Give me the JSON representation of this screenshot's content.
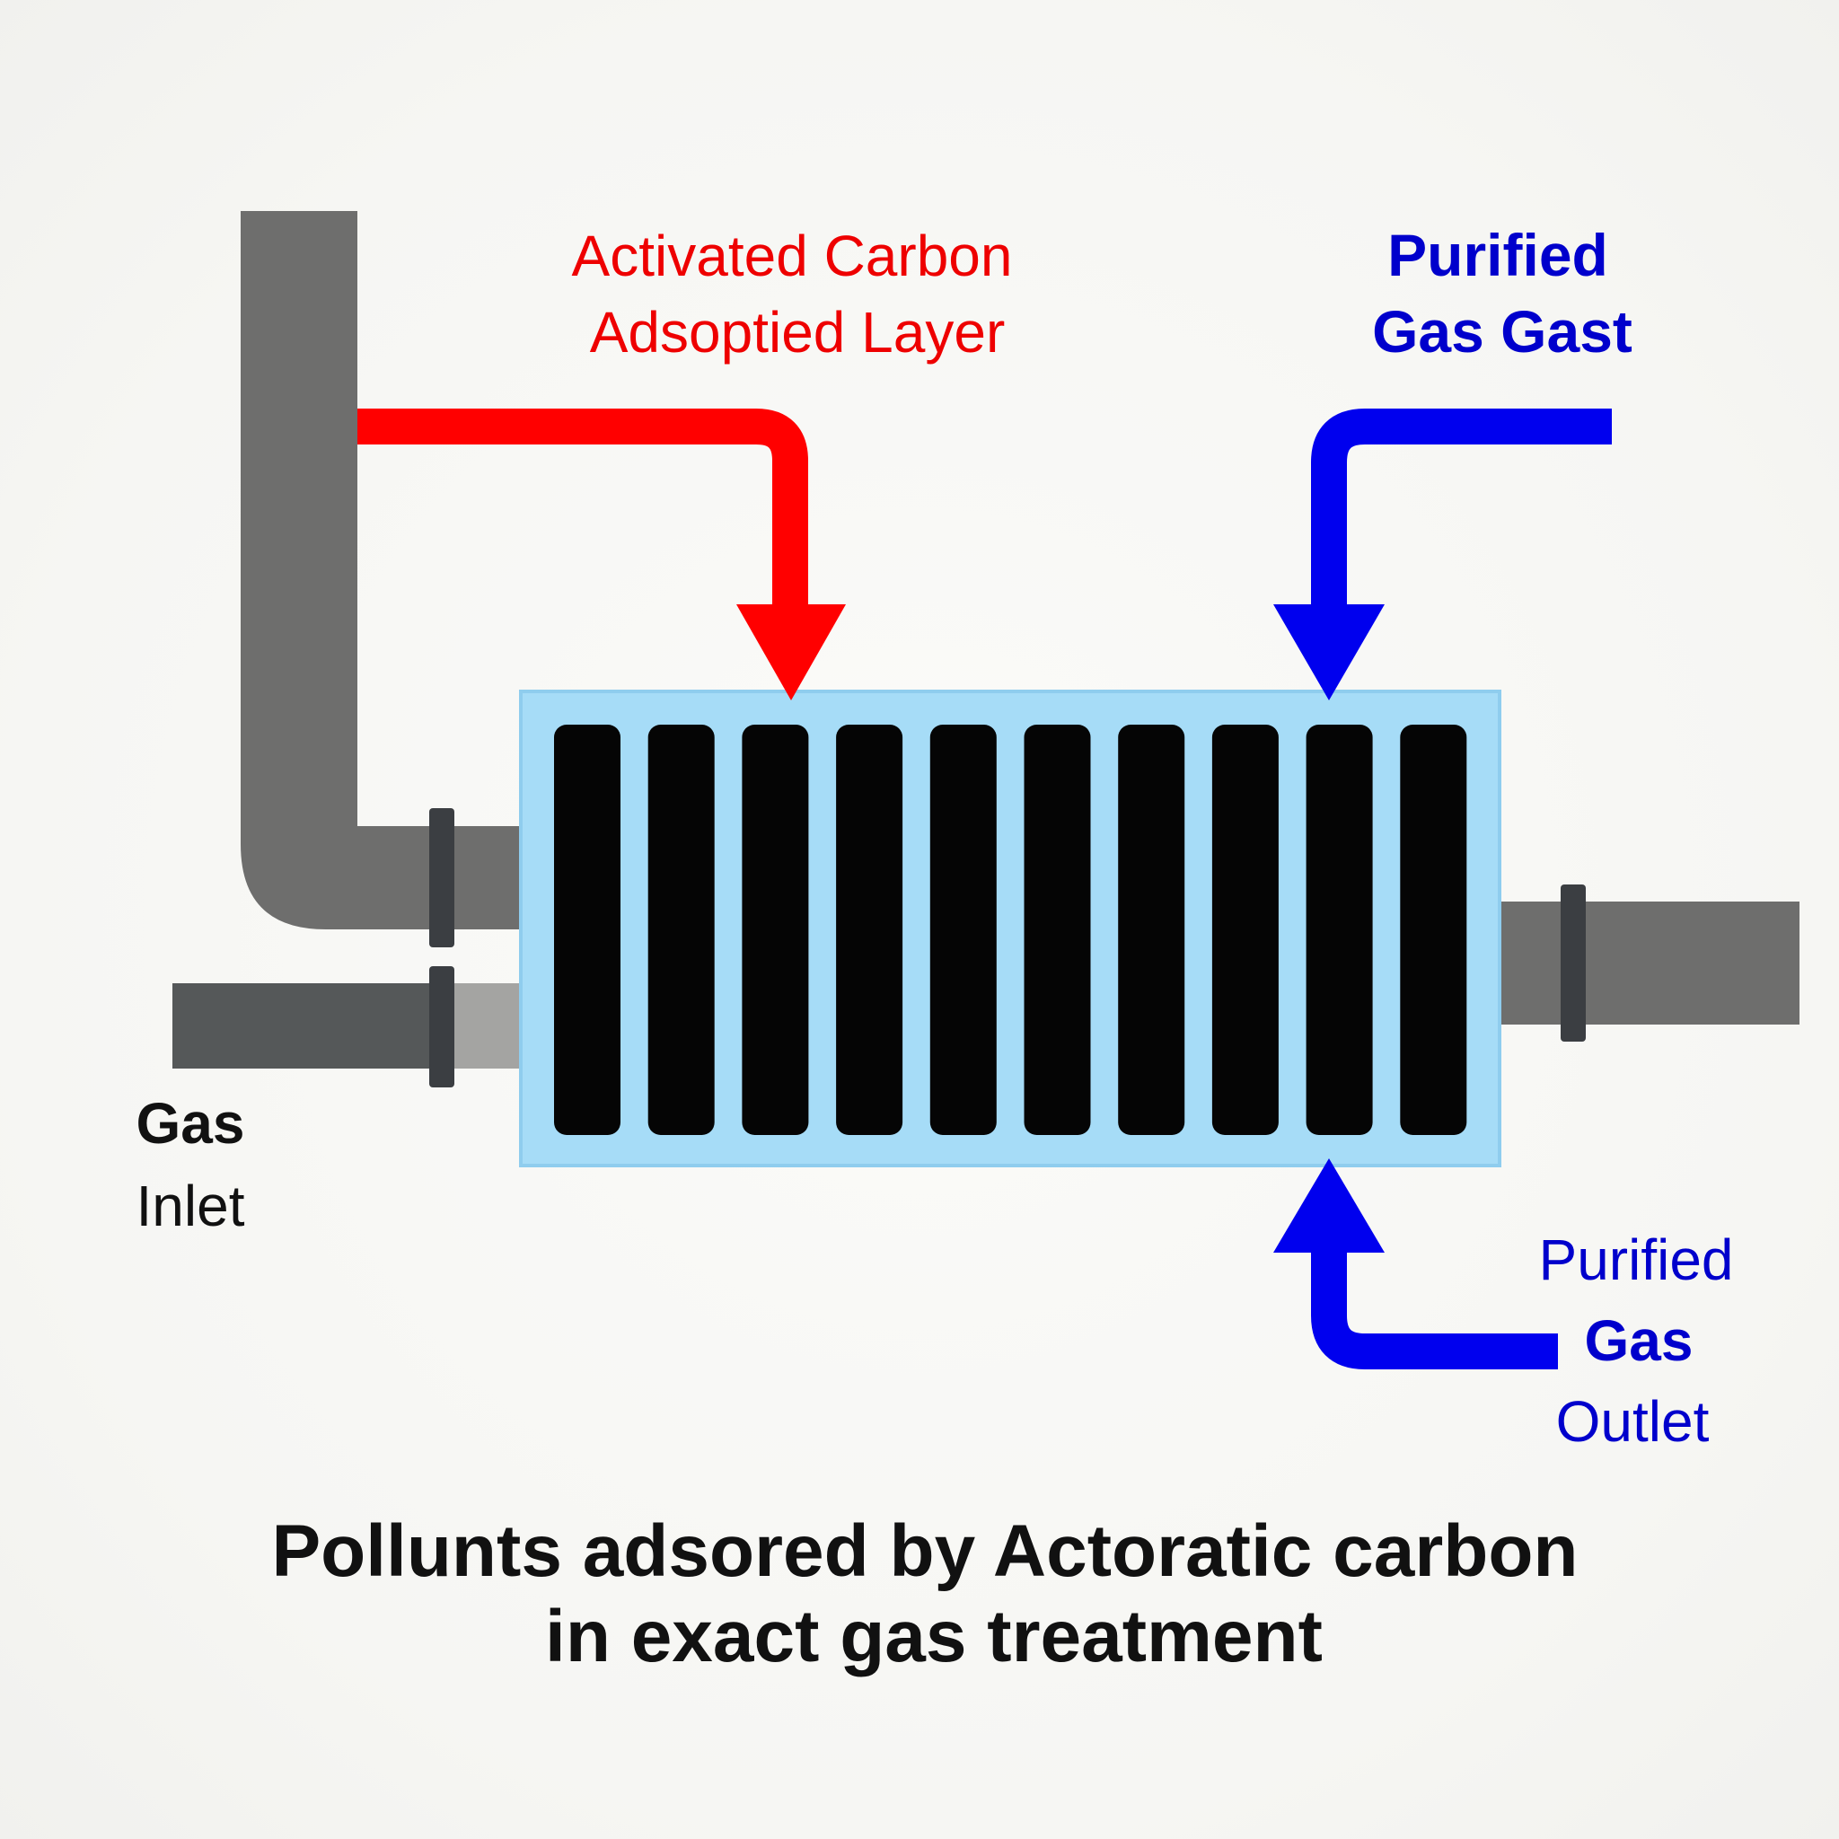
{
  "colors": {
    "background": "#f7f7f5",
    "pipe_dark": "#555859",
    "pipe_mid": "#6e6e6d",
    "pipe_light": "#8a8a88",
    "pipe_inlet_light": "#a4a4a2",
    "flange": "#3b3e42",
    "vessel_fill": "#a6dcf7",
    "vessel_stroke": "#8fcdee",
    "carbon_bar": "#050505",
    "red_arrow": "#ff0000",
    "blue_arrow": "#0000ee",
    "red_text": "#ee0000",
    "blue_text": "#0000cc",
    "black_text": "#111111"
  },
  "labels": {
    "activated_carbon_line1": "Activated Carbon",
    "activated_carbon_line2": "Adsoptied Layer",
    "purified_top_line1": "Purified",
    "purified_top_line2": "Gas Gast",
    "gas_inlet_line1": "Gas",
    "gas_inlet_line2": "Inlet",
    "purified_outlet_line1": "Purified",
    "purified_outlet_line2": "Gas",
    "purified_outlet_line3": "Outlet"
  },
  "caption": {
    "line1": "Pollunts adsored by Actoratic carbon",
    "line2": "in exact gas treatment"
  },
  "adsorber": {
    "carbon_bar_count": 10
  }
}
